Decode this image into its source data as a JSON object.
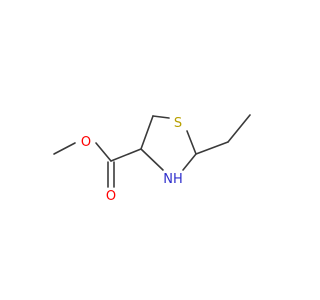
{
  "molecule": {
    "atoms": {
      "oxygen_ester": "O",
      "oxygen_carbonyl": "O",
      "sulfur": "S",
      "nitrogen": "NH"
    },
    "colors": {
      "bond": "#3a3a3a",
      "oxygen": "#ff0000",
      "sulfur": "#b8a000",
      "nitrogen": "#2f2fcc"
    }
  }
}
